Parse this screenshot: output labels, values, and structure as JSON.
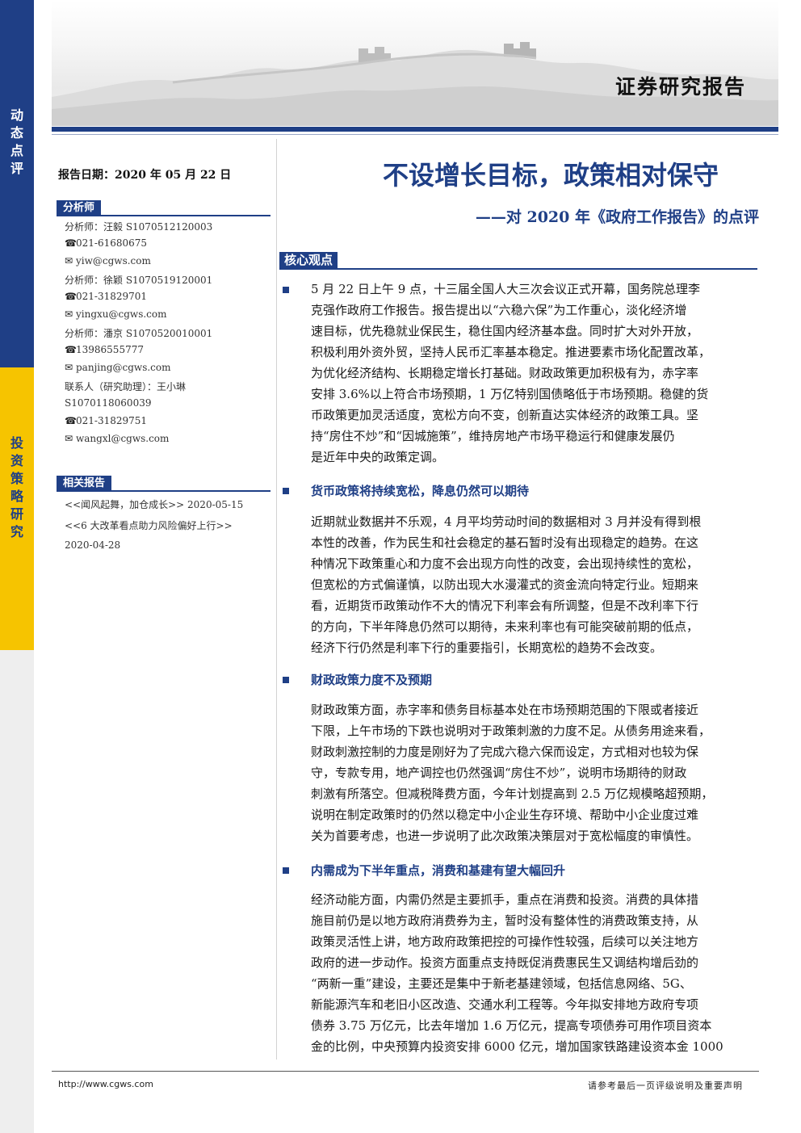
{
  "header": {
    "title": "证券研究报告"
  },
  "strip": {
    "top_label": "动态点评",
    "mid_label": "投资策略研究"
  },
  "sidebar": {
    "report_date": "报告日期：2020 年 05 月 22 日",
    "analyst_head": "分析师",
    "analyst_lines": [
      {
        "icon": "",
        "text": "分析师：汪毅  S1070512120003"
      },
      {
        "icon": "☎",
        "text": "021-61680675"
      },
      {
        "icon": "✉",
        "text": "yiw@cgws.com"
      },
      {
        "icon": "",
        "text": "分析师：徐颖  S1070519120001"
      },
      {
        "icon": "☎",
        "text": "021-31829701"
      },
      {
        "icon": "✉",
        "text": "yingxu@cgws.com"
      },
      {
        "icon": "",
        "text": "分析师：潘京  S1070520010001"
      },
      {
        "icon": "☎",
        "text": "13986555777"
      },
      {
        "icon": "✉",
        "text": "panjing@cgws.com"
      },
      {
        "icon": "",
        "text": "联系人（研究助理）：王小琳"
      },
      {
        "icon": "",
        "text": "S1070118060039"
      },
      {
        "icon": "☎",
        "text": "021-31829751"
      },
      {
        "icon": "✉",
        "text": "wangxl@cgws.com"
      }
    ],
    "related_head": "相关报告",
    "related_lines": [
      "<<闻风起舞，加仓成长>> 2020-05-15",
      "<<6 大改革看点助力风险偏好上行>>",
      "2020-04-28"
    ]
  },
  "main": {
    "title": "不设增长目标，政策相对保守",
    "subtitle": "——对 2020 年《政府工作报告》的点评",
    "core_head": "核心观点",
    "intro_lines": [
      "5 月 22 日上午 9 点，十三届全国人大三次会议正式开幕，国务院总理李",
      "克强作政府工作报告。报告提出以“六稳六保”为工作重心，淡化经济增",
      "速目标，优先稳就业保民生，稳住国内经济基本盘。同时扩大对外开放，",
      "积极利用外资外贸，坚持人民币汇率基本稳定。推进要素市场化配置改革，",
      "为优化经济结构、长期稳定增长打基础。财政政策更加积极有为，赤字率",
      "安排 3.6%以上符合市场预期，1 万亿特别国债略低于市场预期。稳健的货",
      "币政策更加灵活适度，宽松方向不变，创新直达实体经济的政策工具。坚",
      "持“房住不炒”和“因城施策”，维持房地产市场平稳运行和健康发展仍",
      "是近年中央的政策定调。"
    ],
    "section1_head": "货币政策将持续宽松，降息仍然可以期待",
    "section1_lines": [
      "近期就业数据并不乐观，4 月平均劳动时间的数据相对 3 月并没有得到根",
      "本性的改善，作为民生和社会稳定的基石暂时没有出现稳定的趋势。在这",
      "种情况下政策重心和力度不会出现方向性的改变，会出现持续性的宽松，",
      "但宽松的方式偏谨慎，以防出现大水漫灌式的资金流向特定行业。短期来",
      "看，近期货币政策动作不大的情况下利率会有所调整，但是不改利率下行",
      "的方向，下半年降息仍然可以期待，未来利率也有可能突破前期的低点，",
      "经济下行仍然是利率下行的重要指引，长期宽松的趋势不会改变。"
    ],
    "section2_head": "财政政策力度不及预期",
    "section2_lines": [
      "财政政策方面，赤字率和债务目标基本处在市场预期范围的下限或者接近",
      "下限，上午市场的下跌也说明对于政策刺激的力度不足。从债务用途来看，",
      "财政刺激控制的力度是刚好为了完成六稳六保而设定，方式相对也较为保",
      "守，专款专用，地产调控也仍然强调“房住不炒”，说明市场期待的财政",
      "刺激有所落空。但减税降费方面，今年计划提高到 2.5 万亿规模略超预期，",
      "说明在制定政策时的仍然以稳定中小企业生存环境、帮助中小企业度过难",
      "关为首要考虑，也进一步说明了此次政策决策层对于宽松幅度的审慎性。"
    ],
    "section3_head": "内需成为下半年重点，消费和基建有望大幅回升",
    "section3_lines": [
      "经济动能方面，内需仍然是主要抓手，重点在消费和投资。消费的具体措",
      "施目前仍是以地方政府消费券为主，暂时没有整体性的消费政策支持，从",
      "政策灵活性上讲，地方政府政策把控的可操作性较强，后续可以关注地方",
      "政府的进一步动作。投资方面重点支持既促消费惠民生又调结构增后劲的",
      "“两新一重”建设，主要还是集中于新老基建领域，包括信息网络、5G、",
      "新能源汽车和老旧小区改造、交通水利工程等。今年拟安排地方政府专项",
      "债券 3.75 万亿元，比去年增加 1.6 万亿元，提高专项债券可用作项目资本",
      "金的比例，中央预算内投资安排 6000 亿元，增加国家铁路建设资本金 1000"
    ]
  },
  "footer": {
    "url": "http://www.cgws.com",
    "note": "请参考最后一页评级说明及重要声明"
  }
}
